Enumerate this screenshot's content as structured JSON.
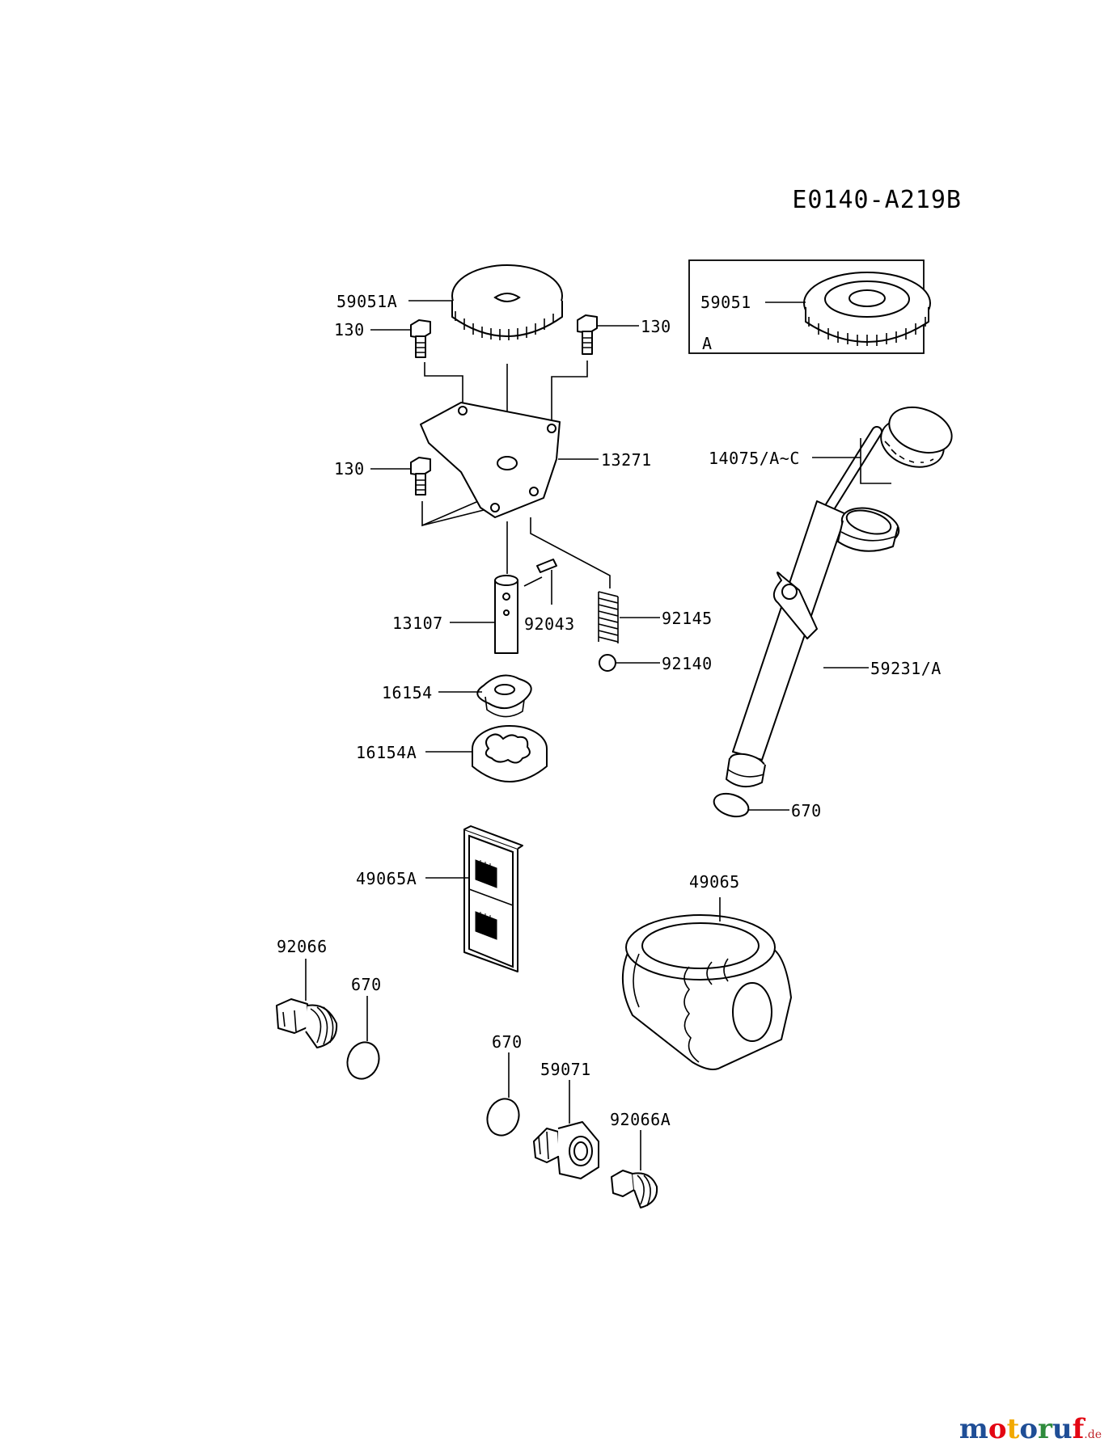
{
  "diagram_code": "E0140-A219B",
  "inset_label": "A",
  "part_labels": {
    "p59051A": "59051A",
    "p130_a": "130",
    "p130_b": "130",
    "p130_c": "130",
    "p59051": "59051",
    "p14075": "14075/A~C",
    "p13271": "13271",
    "p13107": "13107",
    "p92043": "92043",
    "p92145": "92145",
    "p92140": "92140",
    "p16154": "16154",
    "p16154A": "16154A",
    "p59231": "59231/A",
    "p670_a": "670",
    "p49065A": "49065A",
    "p49065": "49065",
    "p92066": "92066",
    "p670_b": "670",
    "p670_c": "670",
    "p59071": "59071",
    "p92066A": "92066A"
  },
  "watermark": {
    "c1": "m",
    "c2": "o",
    "c3": "t",
    "c4": "o",
    "c5": "r",
    "c6": "u",
    "c7": "f",
    "suffix": ".de",
    "colors": [
      "#1f4e96",
      "#e30613",
      "#f2a900",
      "#1f4e96",
      "#2e8b3c",
      "#1f4e96",
      "#e30613"
    ]
  }
}
